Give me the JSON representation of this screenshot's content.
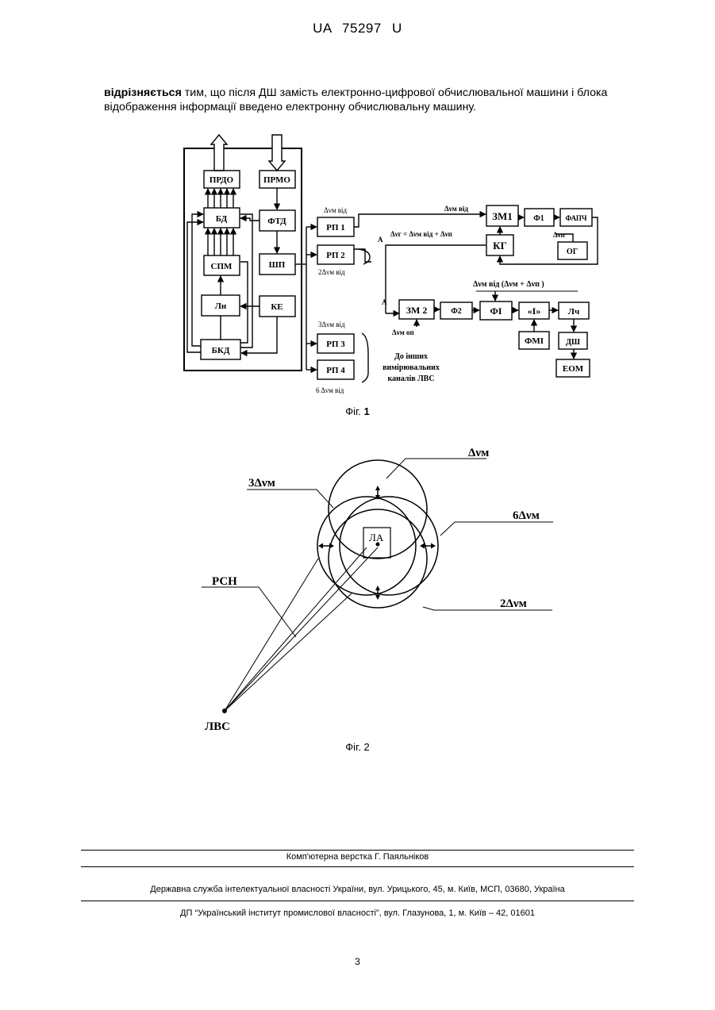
{
  "header": {
    "doc_number": "UA   75297   U"
  },
  "paragraph": {
    "bold_lead": "відрізняється",
    "rest": " тим, що після ДШ замість електронно-цифрової обчислювальної машини і блока відображення інформації введено електронну обчислювальну машину."
  },
  "fig1": {
    "caption_prefix": "Фіг. ",
    "caption_num": "1",
    "blocks": {
      "prdo": "ПРДО",
      "prmo": "ПРМО",
      "bd": "БД",
      "ftd": "ФТД",
      "spm": "СПМ",
      "shp": "ШП",
      "ln": "Лн",
      "ke": "КЕ",
      "bkd": "БКД",
      "rp1": "РП 1",
      "rp2": "РП 2",
      "rp3": "РП 3",
      "rp4": "РП 4",
      "zm1": "ЗМ1",
      "f1": "Ф1",
      "fapch": "ФАПЧ",
      "kg": "КГ",
      "og": "ОГ",
      "zm2": "ЗМ 2",
      "f2": "Ф2",
      "fi": "ФІ",
      "i_block": "«І»",
      "lch": "Лч",
      "fmi": "ФМІ",
      "dsh": "ДШ",
      "eom": "ЕОМ"
    },
    "labels": {
      "rp1_freq": "Δνм від",
      "rp2_freq": "2Δνм від",
      "rp3_freq": "3Δνм від",
      "rp4_freq": "6  Δνм від",
      "zm1_in": "Δνм  від",
      "kg_out": "Δνг = Δνм  від  + Δνп",
      "fapch_out": "Δνп",
      "fi_in": "Δνм від  (Δνм + Δνп )",
      "zm2_ref": "Δνм оп",
      "point_a1": "A",
      "point_a2": "A",
      "other_channels_1": "До інших",
      "other_channels_2": "вимірювальних",
      "other_channels_3": "каналів ЛВС"
    }
  },
  "fig2": {
    "caption_prefix": "Фіг. ",
    "caption_num": "2",
    "labels": {
      "top": "Δνм",
      "left": "3Δνм",
      "right": "6Δνм",
      "bottom_right": "2Δνм",
      "rsn": "РСН",
      "center": "ЛА",
      "source": "ЛВС"
    }
  },
  "footer": {
    "layout": "Комп'ютерна верстка Г. Паяльніков",
    "agency": "Державна служба інтелектуальної власності України, вул. Урицького, 45, м. Київ, МСП, 03680, Україна",
    "institute": "ДП “Український інститут промислової власності”, вул. Глазунова, 1, м. Київ – 42, 01601"
  },
  "page_number": "3"
}
